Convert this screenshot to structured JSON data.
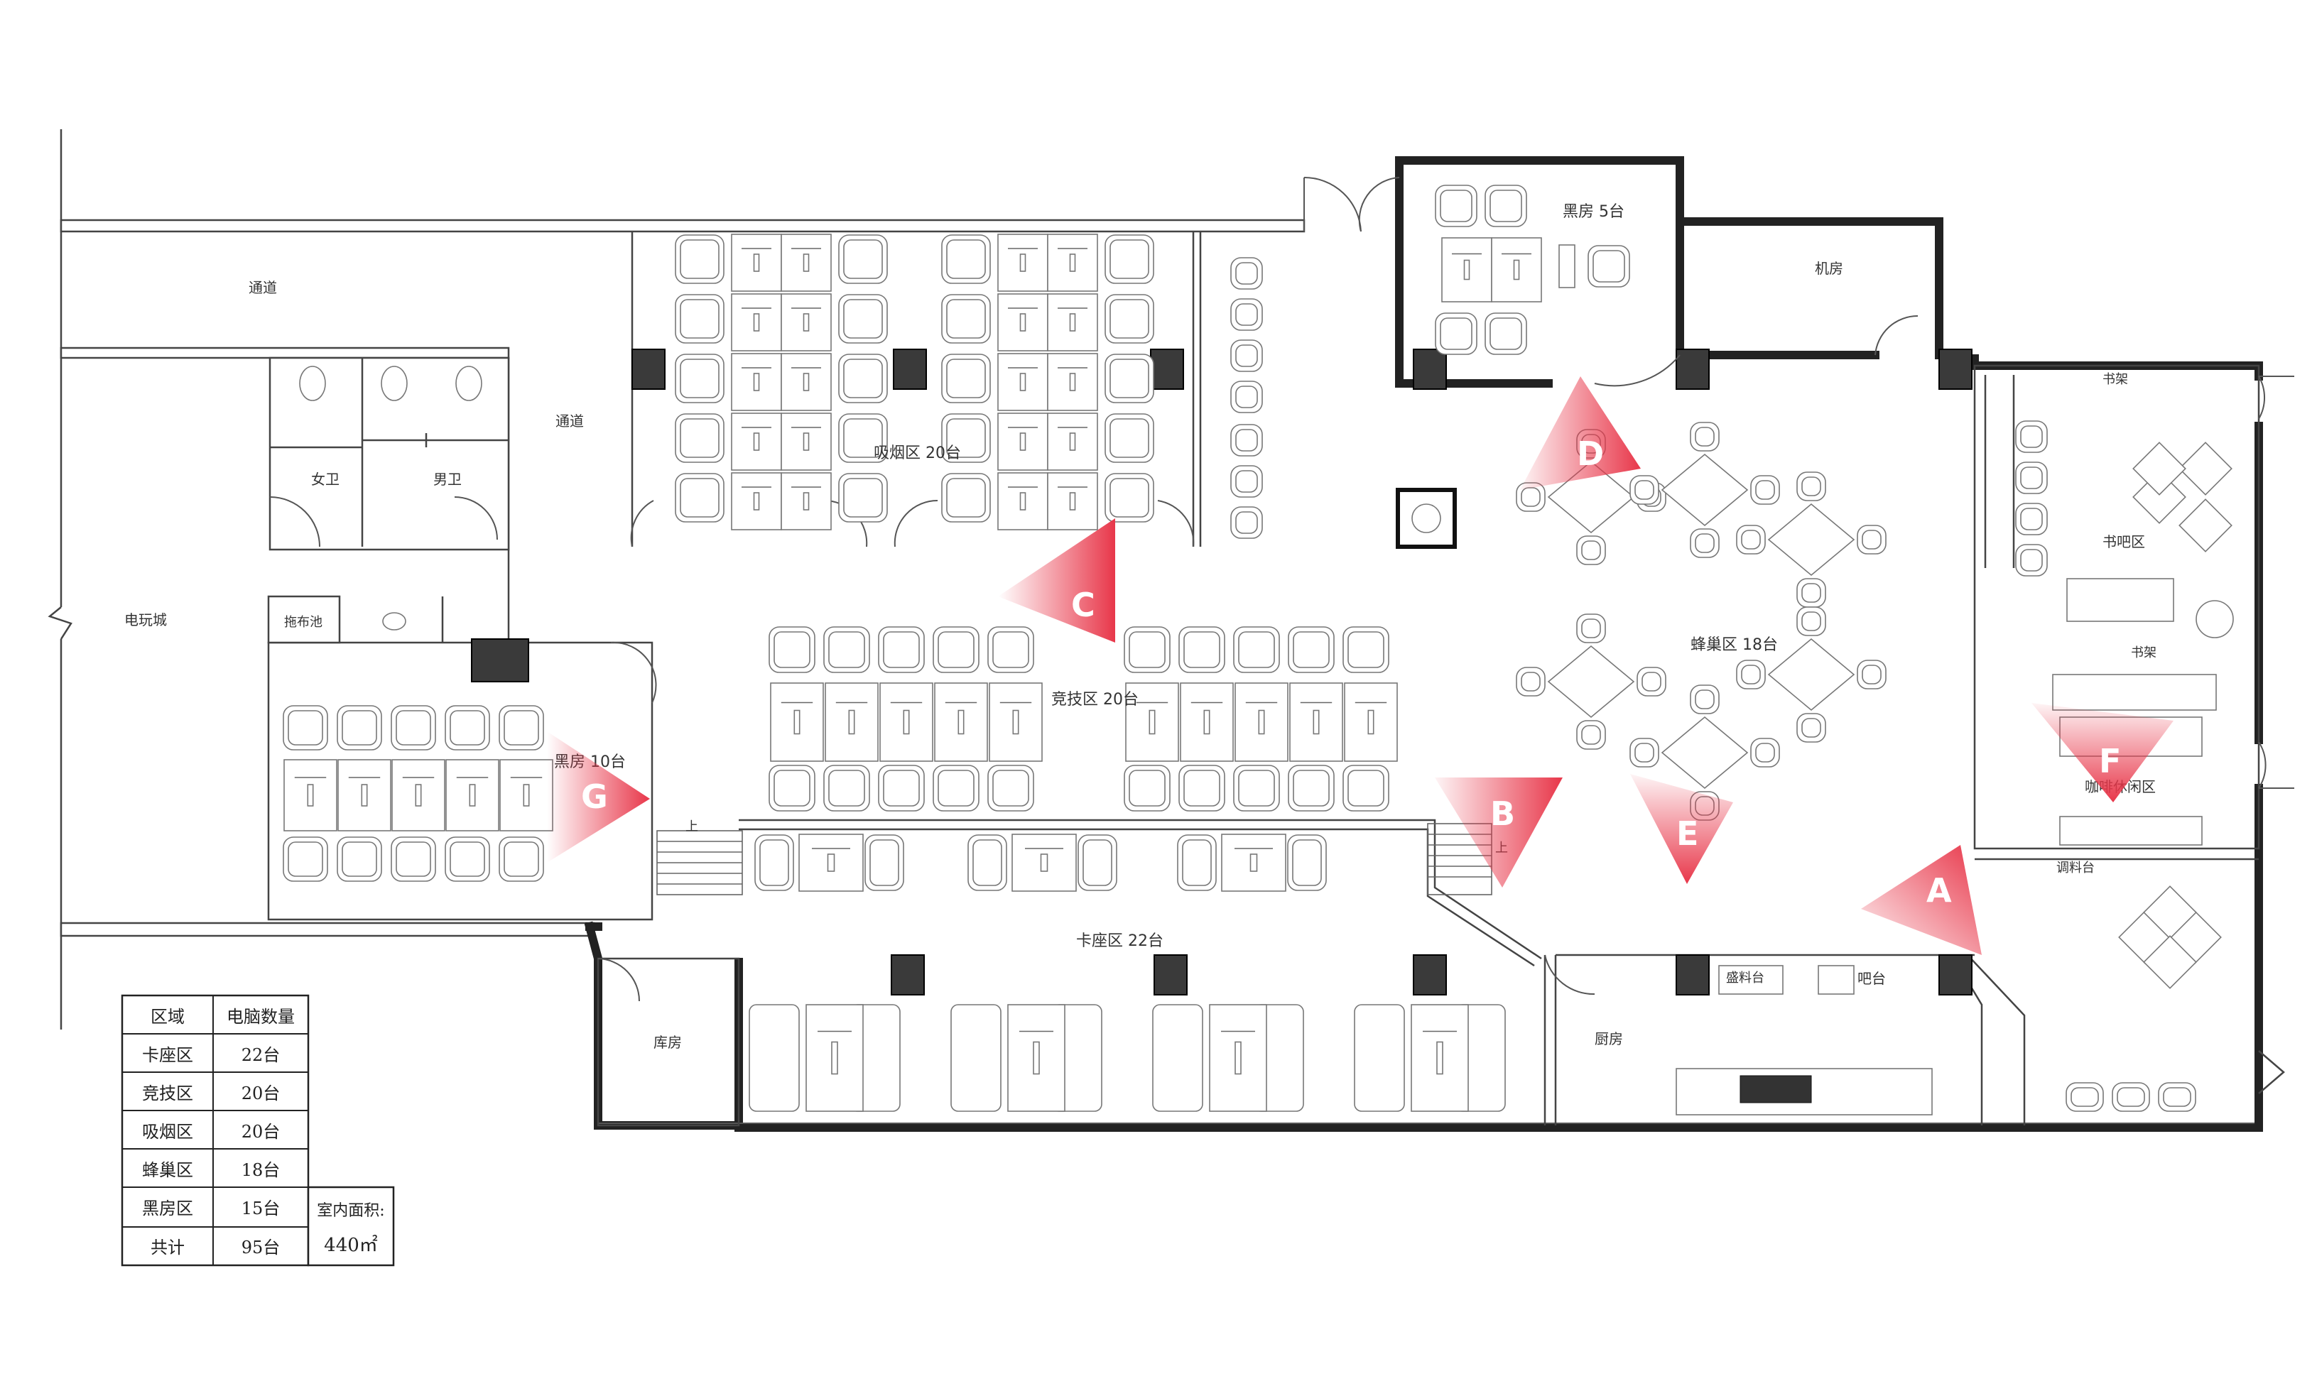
{
  "rooms": {
    "corridor_top": "通道",
    "corridor_mid": "通道",
    "arcade": "电玩城",
    "womens_restroom": "女卫",
    "mens_restroom": "男卫",
    "storage": "库房",
    "smoking_area": "吸烟区 20台",
    "dark_room_top": "黑房 5台",
    "machine_room": "机房",
    "competitive_area": "竞技区 20台",
    "hive_area": "蜂巢区 18台",
    "dark_room_left": "黑房 10台",
    "booth_area": "卡座区 22台",
    "book_bar": "书吧区",
    "coffee_lounge": "咖啡休闲区",
    "drink_room": "调料台",
    "kitchen": "厨房",
    "bar": "吧台",
    "snack_counter": "盛料台",
    "bookshelf_top": "书架",
    "bookshelf_mid": "书架",
    "stair_up_left": "上",
    "stair_up_right": "上",
    "cleaning": "拖布池"
  },
  "markers": [
    {
      "id": "A",
      "color": "#e8374a"
    },
    {
      "id": "B",
      "color": "#e8374a"
    },
    {
      "id": "C",
      "color": "#e8374a"
    },
    {
      "id": "D",
      "color": "#e8374a"
    },
    {
      "id": "E",
      "color": "#e8374a"
    },
    {
      "id": "F",
      "color": "#e8374a"
    },
    {
      "id": "G",
      "color": "#e8374a"
    }
  ],
  "summary_table": {
    "headers": [
      "区域",
      "电脑数量"
    ],
    "rows": [
      [
        "卡座区",
        "22台"
      ],
      [
        "竞技区",
        "20台"
      ],
      [
        "吸烟区",
        "20台"
      ],
      [
        "蜂巢区",
        "18台"
      ],
      [
        "黑房区",
        "15台"
      ],
      [
        "共计",
        "95台"
      ]
    ],
    "area_label": "室内面积:",
    "area_value": "440㎡"
  }
}
